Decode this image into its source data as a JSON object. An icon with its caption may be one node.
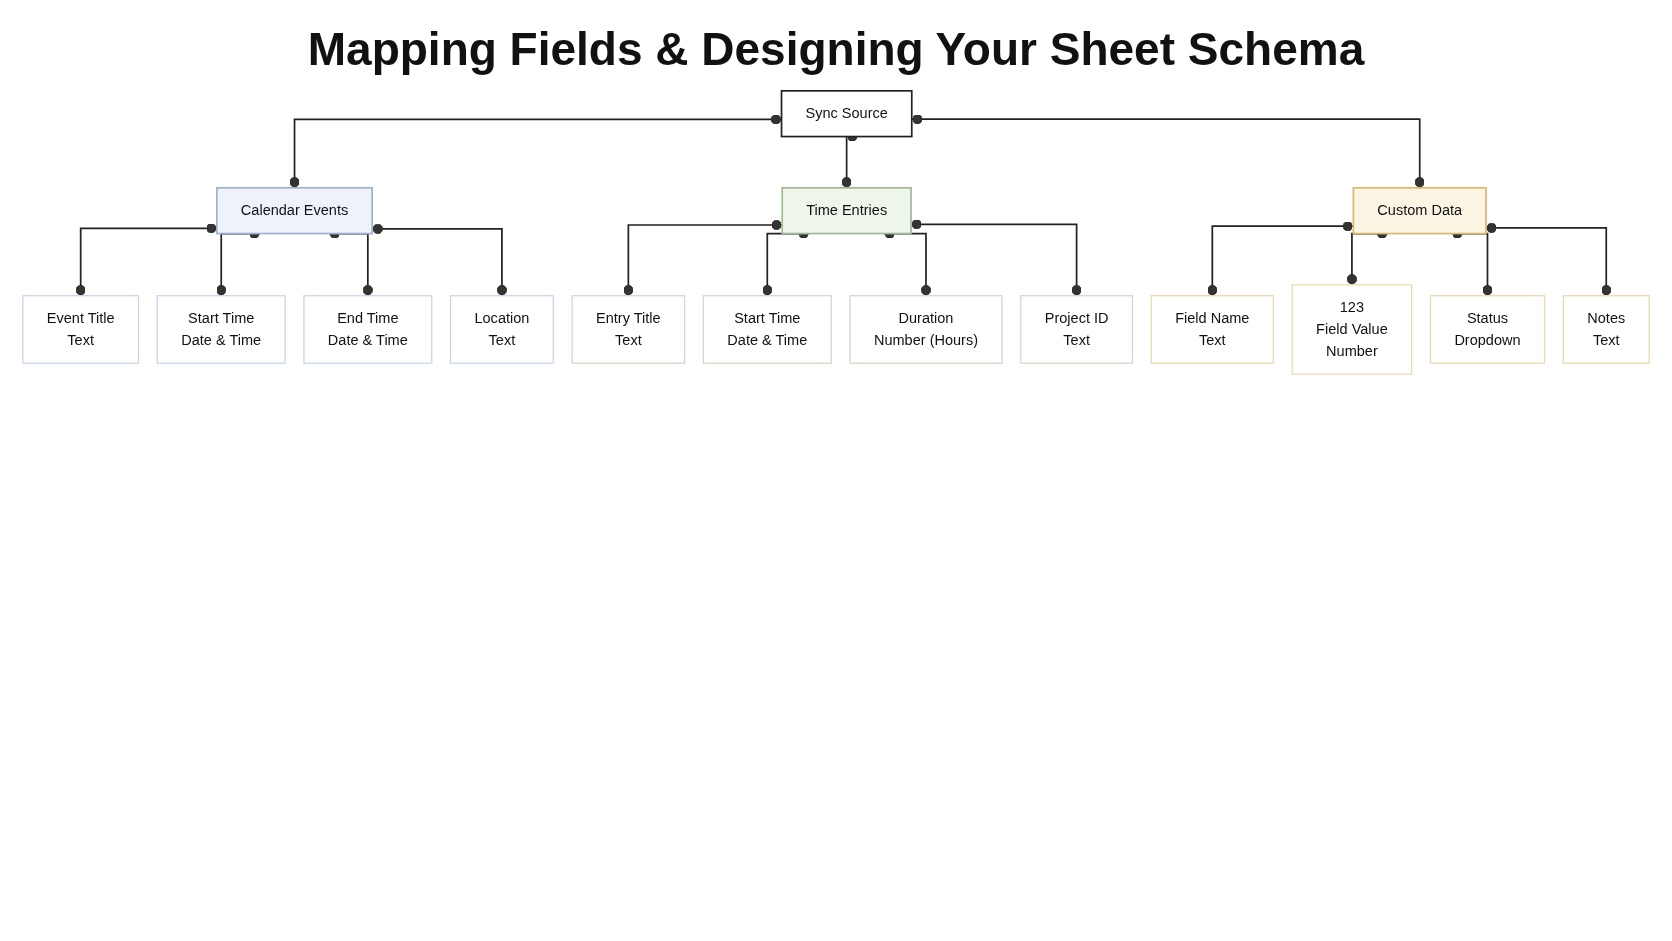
{
  "diagram": {
    "title": "Mapping Fields & Designing Your Sheet Schema",
    "nodes": [
      {
        "text": [
          "Sync Source"
        ]
      },
      {
        "text": [
          "Calendar Events"
        ]
      },
      {
        "text": [
          "Time Entries"
        ]
      },
      {
        "text": [
          "Custom Data"
        ]
      },
      {
        "text": [
          "Event Title",
          "Text"
        ]
      },
      {
        "text": [
          "Start Time",
          "Date & Time"
        ]
      },
      {
        "text": [
          "End Time",
          "Date & Time"
        ]
      },
      {
        "text": [
          "Location",
          "Text"
        ]
      },
      {
        "text": [
          "Entry Title",
          "Text"
        ]
      },
      {
        "text": [
          "Start Time",
          "Date & Time"
        ]
      },
      {
        "text": [
          "Duration",
          "Number (Hours)"
        ]
      },
      {
        "text": [
          "Project ID",
          "Text"
        ]
      },
      {
        "text": [
          "Field Name",
          "Text"
        ]
      },
      {
        "text": [
          "123",
          "Field Value",
          "Number"
        ]
      },
      {
        "text": [
          "Status",
          "Dropdown"
        ]
      },
      {
        "text": [
          "Notes",
          "Text"
        ]
      }
    ],
    "edges": [
      {
        "from": 0,
        "to": 1,
        "arrow": "other"
      },
      {
        "from": 0,
        "to": 2,
        "arrow": "other"
      },
      {
        "from": 0,
        "to": 3,
        "arrow": "other"
      },
      {
        "from": 1,
        "to": 4,
        "arrow": "other"
      },
      {
        "from": 1,
        "to": 5,
        "arrow": "other"
      },
      {
        "from": 1,
        "to": 6,
        "arrow": "other"
      },
      {
        "from": 1,
        "to": 7,
        "arrow": "other"
      },
      {
        "from": 2,
        "to": 8,
        "arrow": "other"
      },
      {
        "from": 2,
        "to": 9,
        "arrow": "other"
      },
      {
        "from": 2,
        "to": 10,
        "arrow": "other"
      },
      {
        "from": 2,
        "to": 11,
        "arrow": "other"
      },
      {
        "from": 3,
        "to": 12,
        "arrow": "other"
      },
      {
        "from": 3,
        "to": 13,
        "arrow": "other"
      },
      {
        "from": 3,
        "to": 14,
        "arrow": "other"
      },
      {
        "from": 3,
        "to": 15,
        "arrow": "other"
      }
    ]
  }
}
